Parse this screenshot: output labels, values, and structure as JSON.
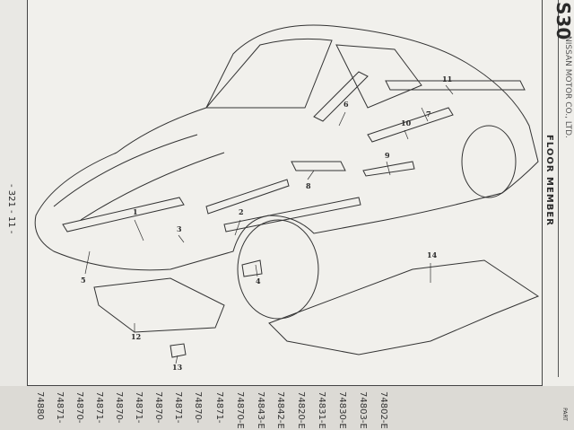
{
  "header": {
    "title": "FLOOR MEMBER",
    "maker": "NISSAN MOTOR CO., LTD.",
    "model": "S30"
  },
  "page_number": "- 321 - 11 -",
  "callouts": [
    "1",
    "2",
    "3",
    "4",
    "5",
    "6",
    "7",
    "8",
    "9",
    "10",
    "11",
    "12",
    "13",
    "14"
  ],
  "part_numbers": [
    "74880",
    "74871-",
    "74870-",
    "74871-",
    "74870-",
    "74871-",
    "74870-",
    "74871-",
    "74870-",
    "74871-",
    "74870-E",
    "74843-E",
    "74842-E",
    "74820-E",
    "74831-E",
    "74830-E",
    "74803-E",
    "74802-E"
  ],
  "part_column_label": "PART"
}
